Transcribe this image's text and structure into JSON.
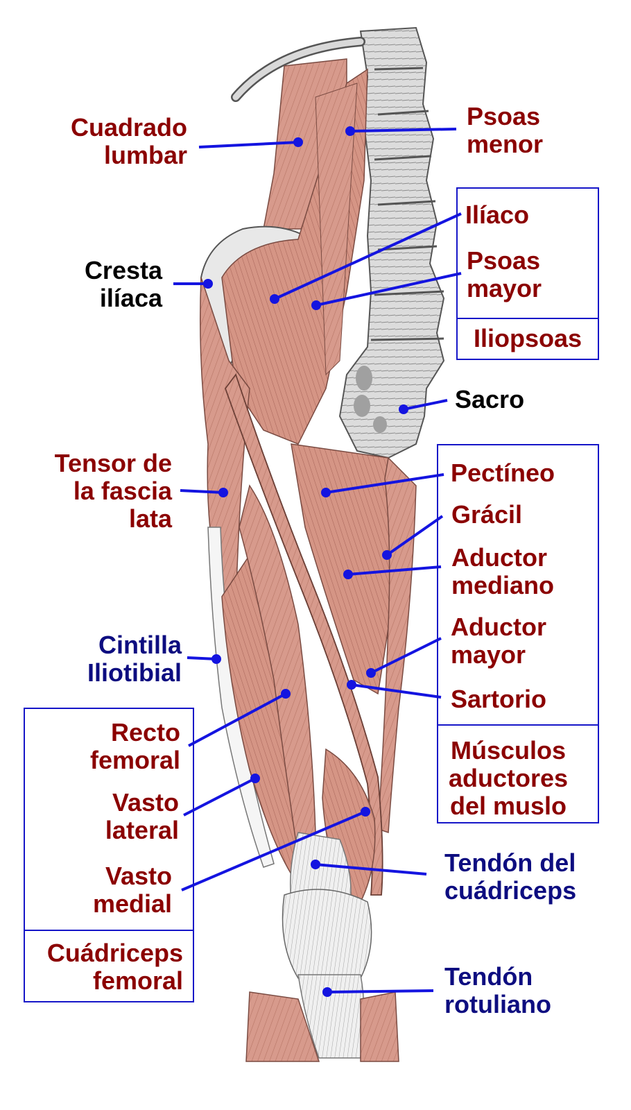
{
  "colors": {
    "muscle": "#d79a8c",
    "muscle_dark": "#9e5e52",
    "bone": "#d8d8d8",
    "tendon": "#f2f2f2",
    "label_muscle": "#8b0000",
    "label_bone": "#000000",
    "label_tendon": "#0d0d80",
    "leader_line": "#1414e0",
    "group_box": "#1616c8"
  },
  "labels": {
    "cuadrado_lumbar": [
      "Cuadrado",
      "lumbar"
    ],
    "psoas_menor": [
      "Psoas",
      "menor"
    ],
    "iliaco": [
      "Ilíaco"
    ],
    "psoas_mayor": [
      "Psoas",
      "mayor"
    ],
    "iliopsoas": [
      "Iliopsoas"
    ],
    "cresta_iliaca": [
      "Cresta",
      "ilíaca"
    ],
    "sacro": [
      "Sacro"
    ],
    "tensor_fascia_lata": [
      "Tensor de",
      "la fascia",
      "lata"
    ],
    "pectineo": [
      "Pectíneo"
    ],
    "gracil": [
      "Grácil"
    ],
    "aductor_mediano": [
      "Aductor",
      "mediano"
    ],
    "aductor_mayor": [
      "Aductor",
      "mayor"
    ],
    "sartorio": [
      "Sartorio"
    ],
    "musculos_aductores": [
      "Músculos",
      "aductores",
      "del muslo"
    ],
    "cintilla_iliotibial": [
      "Cintilla",
      "Iliotibial"
    ],
    "recto_femoral": [
      "Recto",
      "femoral"
    ],
    "vasto_lateral": [
      "Vasto",
      "lateral"
    ],
    "vasto_medial": [
      "Vasto",
      "medial"
    ],
    "cuadriceps_femoral": [
      "Cuádriceps",
      "femoral"
    ],
    "tendon_cuadriceps": [
      "Tendón del",
      "cuádriceps"
    ],
    "tendon_rotuliano": [
      "Tendón",
      "rotuliano"
    ]
  }
}
